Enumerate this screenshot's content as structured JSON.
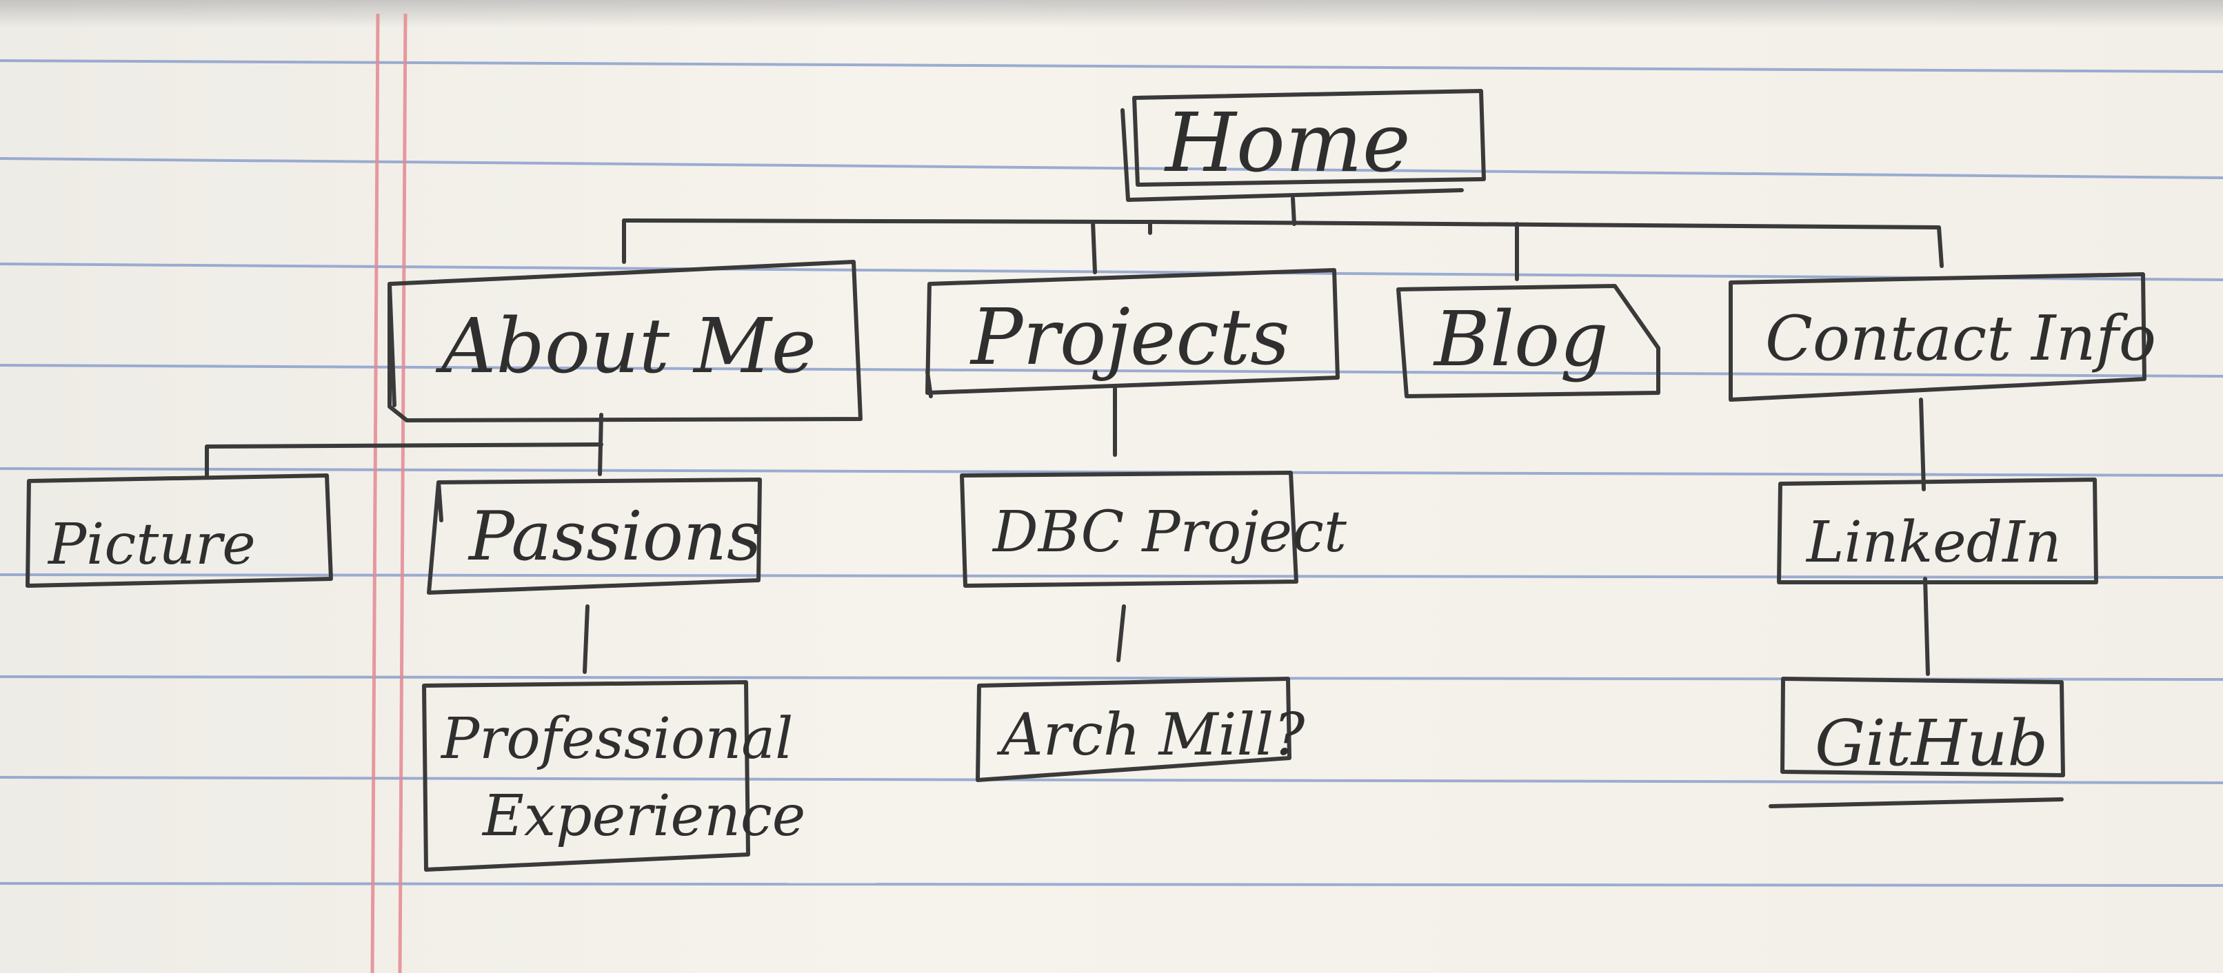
{
  "sitemap": {
    "root": "Home",
    "sections": [
      {
        "key": "about",
        "label": "About Me"
      },
      {
        "key": "projects",
        "label": "Projects"
      },
      {
        "key": "blog",
        "label": "Blog"
      },
      {
        "key": "contact",
        "label": "Contact Info"
      }
    ],
    "pages": {
      "picture": "Picture",
      "passions": "Passions",
      "professional_line1": "Professional",
      "professional_line2": "Experience",
      "dbc_project": "DBC Project",
      "arch_mill": "Arch Mill?",
      "linkedin": "LinkedIn",
      "github": "GitHub"
    }
  }
}
